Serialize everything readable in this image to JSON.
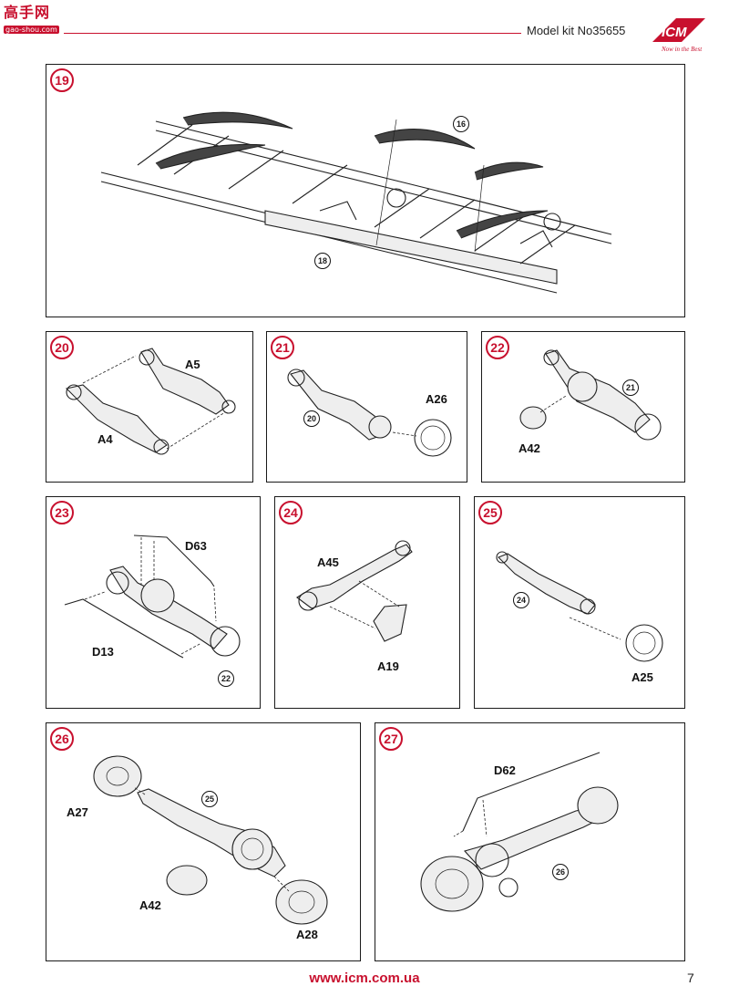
{
  "header": {
    "site_logo_text": "高手网",
    "site_logo_url": "gao-shou.com",
    "model_kit": "Model kit No35655",
    "brand": "ICM",
    "brand_tagline": "Now in the Best"
  },
  "steps": [
    {
      "number": "19",
      "parts": [],
      "refs": [
        "16",
        "18"
      ]
    },
    {
      "number": "20",
      "parts": [
        "A5",
        "A4"
      ],
      "refs": []
    },
    {
      "number": "21",
      "parts": [
        "A26"
      ],
      "refs": [
        "20"
      ]
    },
    {
      "number": "22",
      "parts": [
        "A42"
      ],
      "refs": [
        "21"
      ]
    },
    {
      "number": "23",
      "parts": [
        "D63",
        "D13"
      ],
      "refs": [
        "22"
      ]
    },
    {
      "number": "24",
      "parts": [
        "A45",
        "A19"
      ],
      "refs": []
    },
    {
      "number": "25",
      "parts": [
        "A25"
      ],
      "refs": [
        "24"
      ]
    },
    {
      "number": "26",
      "parts": [
        "A27",
        "A42",
        "A28"
      ],
      "refs": [
        "25"
      ]
    },
    {
      "number": "27",
      "parts": [
        "D62"
      ],
      "refs": [
        "26"
      ]
    }
  ],
  "footer": {
    "url": "www.icm.com.ua",
    "page": "7"
  },
  "colors": {
    "accent": "#c8102e",
    "line": "#1a1a1a"
  }
}
